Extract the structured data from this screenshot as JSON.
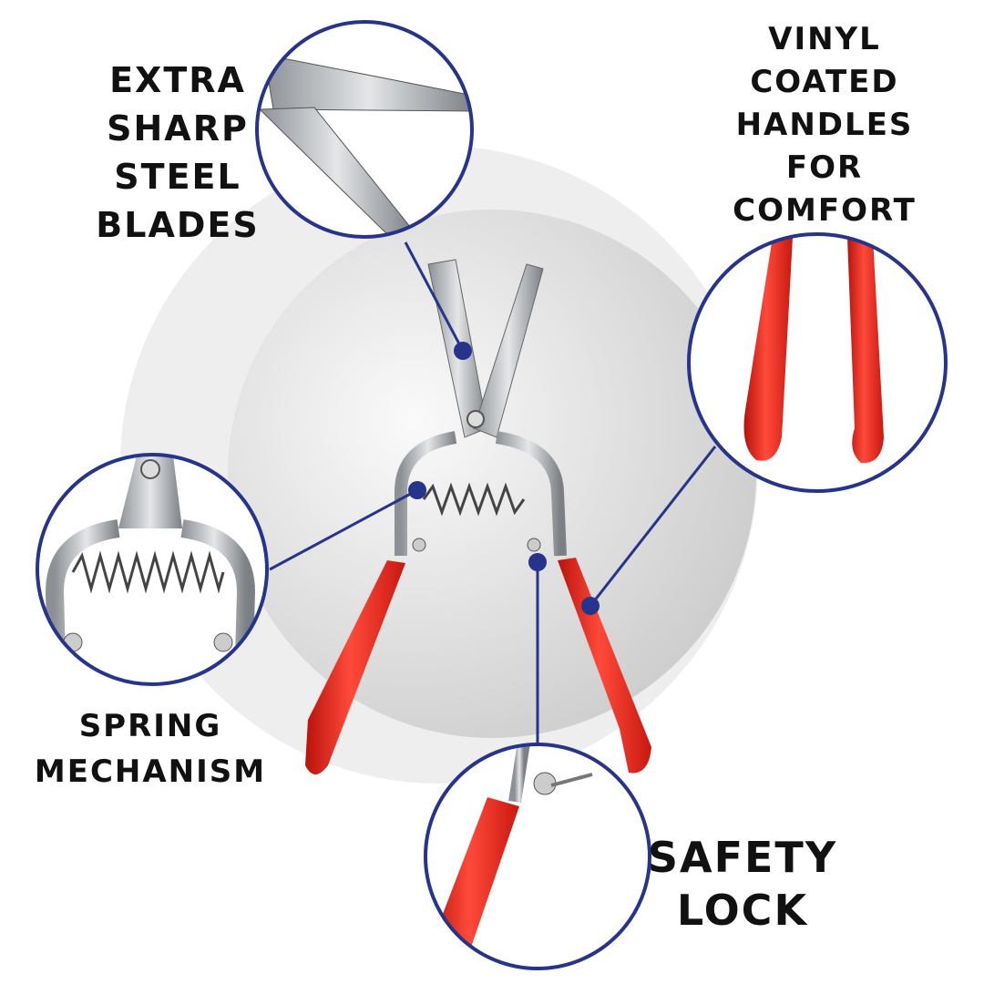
{
  "features": {
    "blades": {
      "lines": [
        "EXTRA",
        "SHARP",
        "STEEL",
        "BLADES"
      ]
    },
    "handles": {
      "lines": [
        "VINYL",
        "COATED",
        "HANDLES",
        "FOR",
        "COMFORT"
      ]
    },
    "spring": {
      "lines": [
        "SPRING",
        "MECHANISM"
      ]
    },
    "safety": {
      "lines": [
        "SAFETY",
        "LOCK"
      ]
    }
  },
  "colors": {
    "accent": "#27348b",
    "handle": "#e8241c",
    "steel": "#b8bcc0"
  }
}
